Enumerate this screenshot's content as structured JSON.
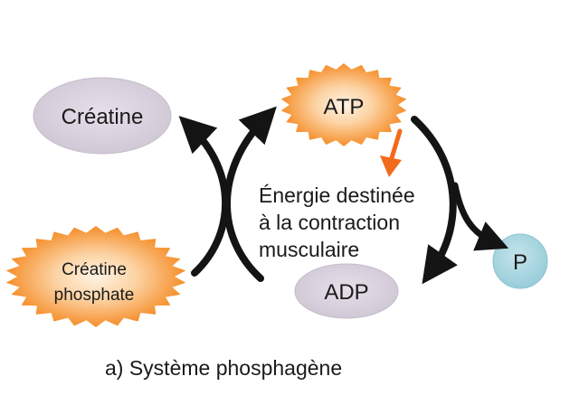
{
  "nodes": {
    "creatine": {
      "label": "Créatine",
      "shape": "ellipse",
      "color": "#d8d0dc"
    },
    "creatine_phosphate": {
      "label_line1": "Créatine",
      "label_line2": "phosphate",
      "shape": "burst",
      "color": "#f49a3c"
    },
    "atp": {
      "label": "ATP",
      "shape": "burst",
      "color": "#f49a3c"
    },
    "adp": {
      "label": "ADP",
      "shape": "ellipse",
      "color": "#d8d0dc"
    },
    "phosphate": {
      "label": "P",
      "shape": "circle",
      "color": "#a9d6e0"
    }
  },
  "energy": {
    "line1": "Énergie destinée",
    "line2": "à la contraction",
    "line3": "musculaire",
    "arrow_color": "#f26a1b"
  },
  "caption": "a) Système phosphagène",
  "colors": {
    "arrow": "#141414",
    "burst_outer": "#f7a447",
    "burst_inner": "#fde2c4",
    "ellipse_fill": "#d8d0dc",
    "ellipse_stroke": "#c9c0ce"
  }
}
